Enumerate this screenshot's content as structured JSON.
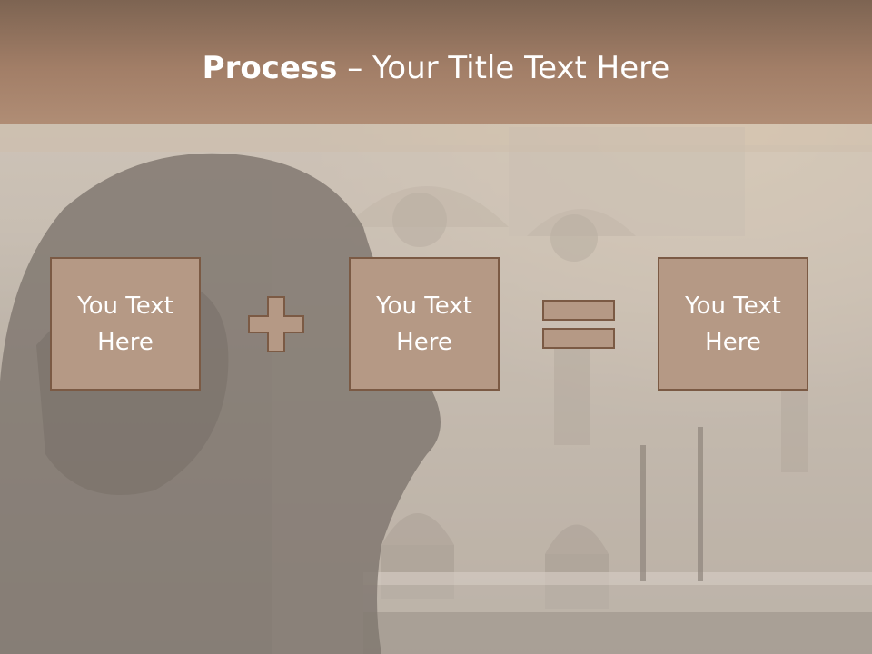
{
  "title": {
    "bold": "Process",
    "separator": " – ",
    "rest": "Your Title Text Here"
  },
  "boxes": [
    {
      "line1": "You Text",
      "line2": "Here"
    },
    {
      "line1": "You Text",
      "line2": "Here"
    },
    {
      "line1": "You Text",
      "line2": "Here"
    }
  ],
  "operators": [
    "plus-icon",
    "equals-icon"
  ],
  "colors": {
    "title_bar": "#a27e67",
    "box_fill": "#b59985",
    "box_border": "#7b5a44",
    "text": "#ffffff"
  }
}
